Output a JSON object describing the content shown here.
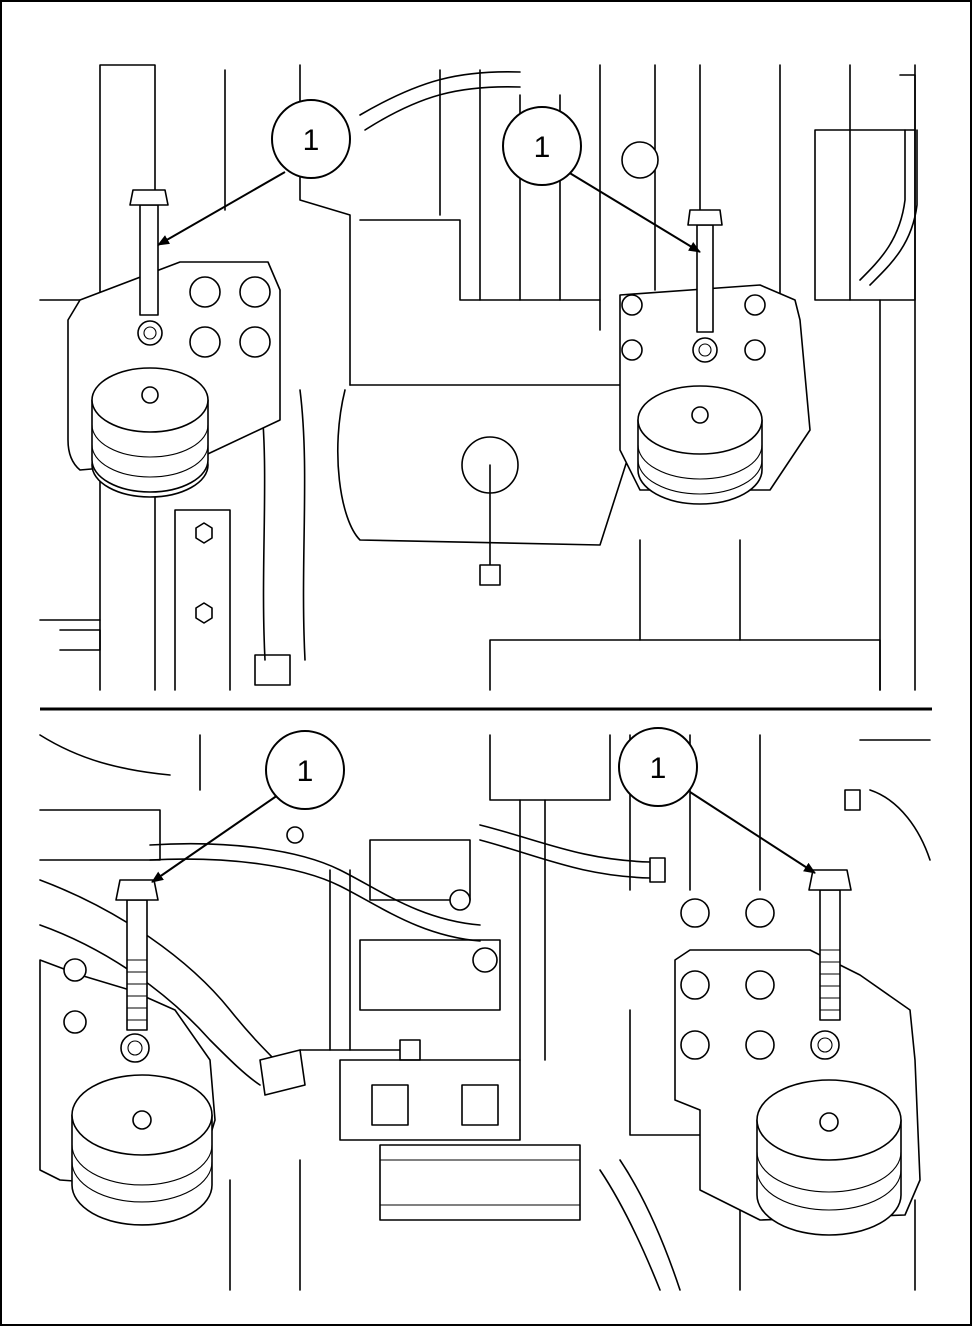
{
  "callouts": {
    "top_left": "1",
    "top_right": "1",
    "bottom_left": "1",
    "bottom_right": "1"
  },
  "colors": {
    "line": "#000000",
    "background": "#ffffff"
  }
}
